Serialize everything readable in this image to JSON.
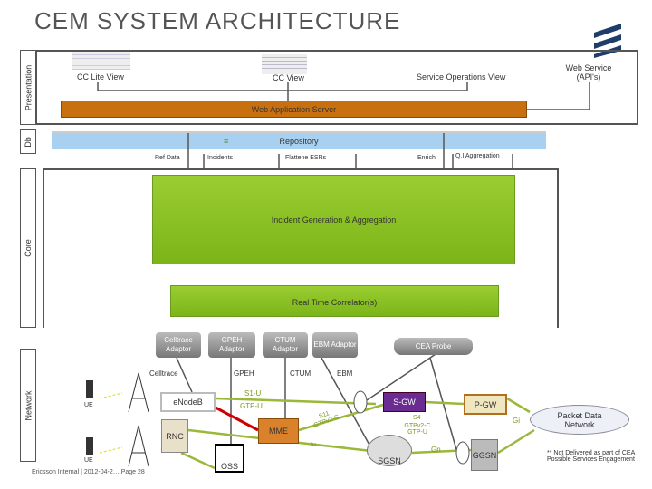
{
  "title": "CEM SYSTEM ARCHITECTURE",
  "layers": {
    "presentation": "Presentation",
    "db": "Db",
    "core": "Core",
    "network": "Network"
  },
  "presentation": {
    "cc_lite": "CC Lite View",
    "cc": "CC View",
    "service_ops": "Service Operations View",
    "web_service": "Web Service (API's)",
    "web_app_server": "Web Application Server"
  },
  "db": {
    "repository": "Repository",
    "flows": [
      "Ref Data",
      "Incidents",
      "Flattene ESRs",
      "Enrich",
      "Q,I Aggregation"
    ]
  },
  "core": {
    "incident": "Incident Generation & Aggregation",
    "rtc": "Real Time Correlator(s)"
  },
  "adaptors": [
    "Celltrace Adaptor",
    "GPEH Adaptor",
    "CTUM Adaptor",
    "EBM Adaptor"
  ],
  "cea_probe": "CEA Probe",
  "feeds": [
    "Celltrace",
    "GPEH",
    "CTUM",
    "EBM"
  ],
  "nodes": {
    "enodeb": "eNodeB",
    "rnc": "RNC",
    "oss": "OSS",
    "mme": "MME",
    "sgw": "S-GW",
    "pgw": "P-GW",
    "sgsn": "SGSN",
    "ggsn": "GGSN",
    "pdn": "Packet Data Network",
    "ue": "UE"
  },
  "interfaces": {
    "s1u": "S1-U",
    "gtpu": "GTP-U",
    "s11": "S11",
    "gtpv2c": "GTPv2-C",
    "s4": "S4",
    "s4proto": "GTPv2-C GTP-U",
    "iu": "Iu",
    "gn": "Gn",
    "gi": "Gi"
  },
  "note": "** Not Delivered as part of CEA Possible Services Engagement",
  "footer": "Ericsson Internal | 2012-04-2… Page 28",
  "colors": {
    "web_app": "#c8700f",
    "repository": "#a8d0f0",
    "core_green": "#8cc63f",
    "sgw": "#6a2c91",
    "mme": "#d9822b",
    "pgw": "#f0e6c0",
    "link": "#9ab83a"
  }
}
